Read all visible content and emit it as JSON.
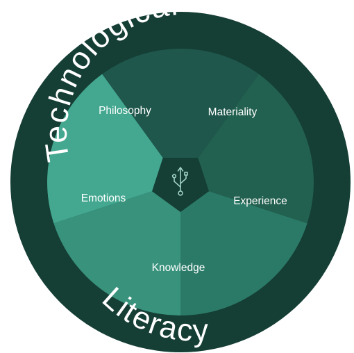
{
  "ring": {
    "top_text": "Technological",
    "bottom_text": "Literacy"
  },
  "segments": [
    {
      "label": "Philosophy",
      "color": "#1f574c"
    },
    {
      "label": "Materiality",
      "color": "#22604f"
    },
    {
      "label": "Experience",
      "color": "#2b7a68"
    },
    {
      "label": "Knowledge",
      "color": "#38927c"
    },
    {
      "label": "Emotions",
      "color": "#44a891"
    }
  ],
  "colors": {
    "ring": "#153e35",
    "center": "#153e35",
    "icon": "#9fd1c2"
  },
  "center_icon": "usb-icon"
}
